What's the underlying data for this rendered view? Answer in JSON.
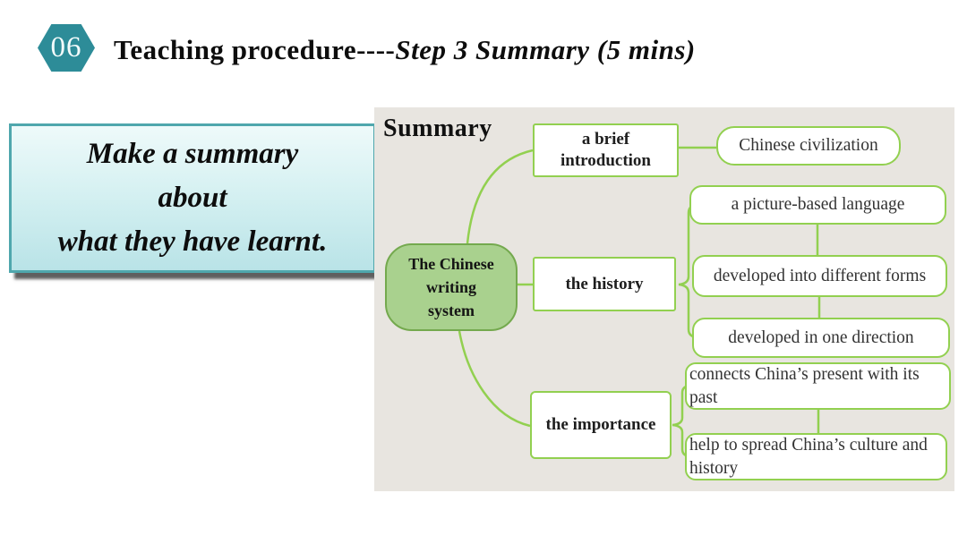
{
  "header": {
    "badge": "06",
    "title_regular": "Teaching procedure----",
    "title_italic": "Step 3 Summary (5 mins)"
  },
  "instruction": {
    "lines": [
      "Make a summary",
      "about",
      "what they have learnt."
    ]
  },
  "diagram": {
    "heading": "Summary",
    "root_label": "The Chinese writing system",
    "root_lines": [
      "The Chinese",
      "writing",
      "system"
    ],
    "branches": [
      {
        "label": "a brief introduction",
        "children": [
          "Chinese civilization"
        ]
      },
      {
        "label": "the history",
        "children": [
          "a picture-based language",
          "developed into different forms",
          "developed in one direction"
        ]
      },
      {
        "label": "the importance",
        "children": [
          "connects China’s present with its past",
          "help to spread China’s culture and history"
        ]
      }
    ],
    "colors": {
      "accent_teal": "#2d8c98",
      "instruction_border": "#4fa7ad",
      "instruction_fill_top": "#eefafa",
      "instruction_fill_bottom": "#b9e3e7",
      "panel_background": "#e8e5e0",
      "connector_green": "#92d050",
      "root_fill": "#a9d18e",
      "root_border": "#74a94e",
      "text_dark": "#0d0d0d"
    }
  }
}
